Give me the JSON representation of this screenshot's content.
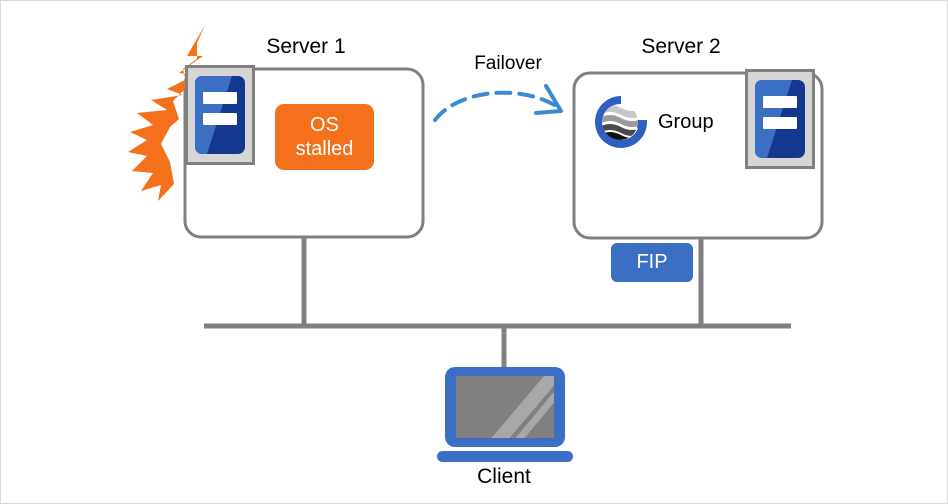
{
  "diagram": {
    "title_server1": "Server 1",
    "title_server2": "Server 2",
    "failover_label": "Failover",
    "group_label": "Group",
    "client_label": "Client",
    "os_stalled_line1": "OS",
    "os_stalled_line2": "stalled",
    "fip_label": "FIP",
    "colors": {
      "accent_blue": "#3a6fc4",
      "deep_blue": "#15388f",
      "alert_orange": "#f4701b",
      "line_gray": "#808080",
      "frame_gray": "#d6d6d6",
      "screen_gray": "#808080",
      "canvas_border": "#d9d9d9"
    },
    "icons": {
      "server_rack": "server-rack-icon",
      "group": "group-icon",
      "burst": "lightning-burst-icon",
      "client_monitor": "client-monitor-icon",
      "failover_arrow": "failover-arrow-icon"
    }
  }
}
